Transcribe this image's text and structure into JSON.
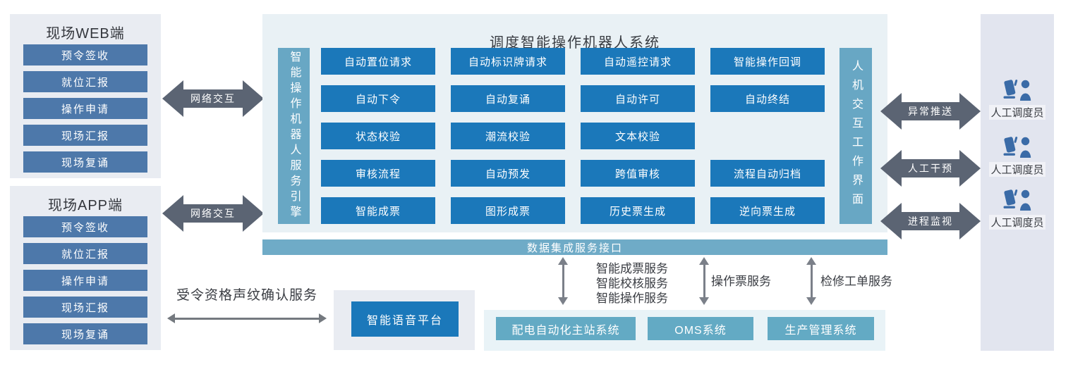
{
  "colors": {
    "module_blue": "#1b78ba",
    "steel_blue": "#4d78aa",
    "teal_bar": "#68a7c4",
    "block_arrow_gray": "#5b6473",
    "thin_arrow_gray": "#7b8089",
    "icon_blue": "#3a6ba7",
    "panel_gray": "#e9ecf2",
    "panel_blue": "#e9f1f5"
  },
  "web_panel": {
    "title": "现场WEB端",
    "items": [
      "预令签收",
      "就位汇报",
      "操作申请",
      "现场汇报",
      "现场复诵"
    ]
  },
  "app_panel": {
    "title": "现场APP端",
    "items": [
      "预令签收",
      "就位汇报",
      "操作申请",
      "现场汇报",
      "现场复诵"
    ]
  },
  "network_links": {
    "web_label": "网络交互",
    "app_label": "网络交互"
  },
  "main_system": {
    "title": "调度智能操作机器人系统",
    "engine_bar": "智能操作机器人服务引擎",
    "hmi_bar": "人机交互工作界面",
    "grid": [
      [
        "自动置位请求",
        "自动标识牌请求",
        "自动遥控请求",
        "智能操作回调"
      ],
      [
        "自动下令",
        "自动复诵",
        "自动许可",
        "自动终结"
      ],
      [
        "状态校验",
        "潮流校验",
        "文本校验",
        ""
      ],
      [
        "审核流程",
        "自动预发",
        "跨值审核",
        "流程自动归档"
      ],
      [
        "智能成票",
        "图形成票",
        "历史票生成",
        "逆向票生成"
      ]
    ]
  },
  "data_bus": {
    "label": "数据集成服务接口"
  },
  "hmi_links": [
    {
      "label": "异常推送"
    },
    {
      "label": "人工干预"
    },
    {
      "label": "进程监视"
    }
  ],
  "dispatchers": [
    {
      "label": "人工调度员"
    },
    {
      "label": "人工调度员"
    },
    {
      "label": "人工调度员"
    }
  ],
  "integration_services": [
    {
      "lines": [
        "智能成票服务",
        "智能校核服务",
        "智能操作服务"
      ]
    },
    {
      "lines": [
        "操作票服务"
      ]
    },
    {
      "lines": [
        "检修工单服务"
      ]
    }
  ],
  "external_systems": [
    "配电自动化主站系统",
    "OMS系统",
    "生产管理系统"
  ],
  "voice": {
    "arrow_label": "受令资格声纹确认服务",
    "platform": "智能语音平台"
  }
}
